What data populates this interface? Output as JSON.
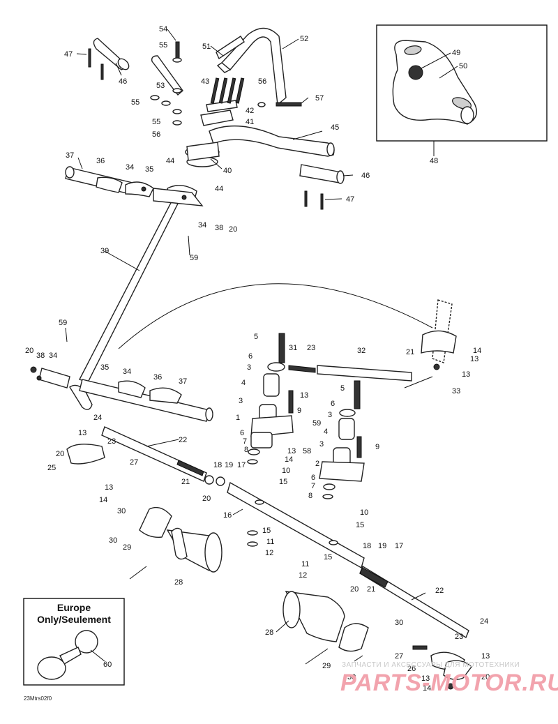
{
  "europe_box": {
    "line1": "Europe",
    "line2": "Only/Seulement",
    "part": "60"
  },
  "inset_box": {
    "parts": [
      "49",
      "50"
    ],
    "ref": "48"
  },
  "drawing_code": "23Mtrs02f0",
  "watermark": {
    "text": "ЗАПЧАСТИ И АКСЕССУАРЫ ДЛЯ МОТОТЕХНИКИ",
    "logo": "PARTS-MOTOR.RU"
  },
  "callouts": {
    "c54": "54",
    "c55a": "55",
    "c52": "52",
    "c51": "51",
    "c47a": "47",
    "c46a": "46",
    "c43": "43",
    "c56a": "56",
    "c57": "57",
    "c53": "53",
    "c55b": "55",
    "c55c": "55",
    "c56b": "56",
    "c42": "42",
    "c41": "41",
    "c45": "45",
    "c37a": "37",
    "c36a": "36",
    "c34a": "34",
    "c35a": "35",
    "c44a": "44",
    "c40": "40",
    "c44b": "44",
    "c46b": "46",
    "c47b": "47",
    "c34b": "34",
    "c38a": "38",
    "c20a": "20",
    "c59a": "59",
    "c39": "39",
    "c59b": "59",
    "c20b": "20",
    "c38b": "38",
    "c34c": "34",
    "c35b": "35",
    "c34d": "34",
    "c36b": "36",
    "c37b": "37",
    "c5a": "5",
    "c6a": "6",
    "c3a": "3",
    "c31": "31",
    "c23a": "23",
    "c32": "32",
    "c21a": "21",
    "c14a": "14",
    "c13a": "13",
    "c13b": "13",
    "c33": "33",
    "c4a": "4",
    "c13c": "13",
    "c3b": "3",
    "c9a": "9",
    "c5b": "5",
    "c6b": "6",
    "c3c": "3",
    "c1": "1",
    "c59c": "59",
    "c4b": "4",
    "c6c": "6",
    "c7a": "7",
    "c8a": "8",
    "c58": "58",
    "c13d": "13",
    "c14b": "14",
    "c3d": "3",
    "c9b": "9",
    "c24a": "24",
    "c13e": "13",
    "c23b": "23",
    "c22a": "22",
    "c20c": "20",
    "c25": "25",
    "c27a": "27",
    "c18a": "18",
    "c19a": "19",
    "c17a": "17",
    "c10a": "10",
    "c15a": "15",
    "c2": "2",
    "c6d": "6",
    "c7b": "7",
    "c8b": "8",
    "c21b": "21",
    "c20d": "20",
    "c13f": "13",
    "c14c": "14",
    "c10b": "10",
    "c15b": "15",
    "c16": "16",
    "c15c": "15",
    "c11a": "11",
    "c12a": "12",
    "c30a": "30",
    "c30b": "30",
    "c29a": "29",
    "c28a": "28",
    "c18b": "18",
    "c19b": "19",
    "c17b": "17",
    "c15d": "15",
    "c11b": "11",
    "c12b": "12",
    "c20e": "20",
    "c21c": "21",
    "c22b": "22",
    "c28b": "28",
    "c30c": "30",
    "c24b": "24",
    "c23c": "23",
    "c29b": "29",
    "c27b": "27",
    "c13g": "13",
    "c30d": "30",
    "c26": "26",
    "c20f": "20",
    "c13h": "13",
    "c14d": "14"
  }
}
